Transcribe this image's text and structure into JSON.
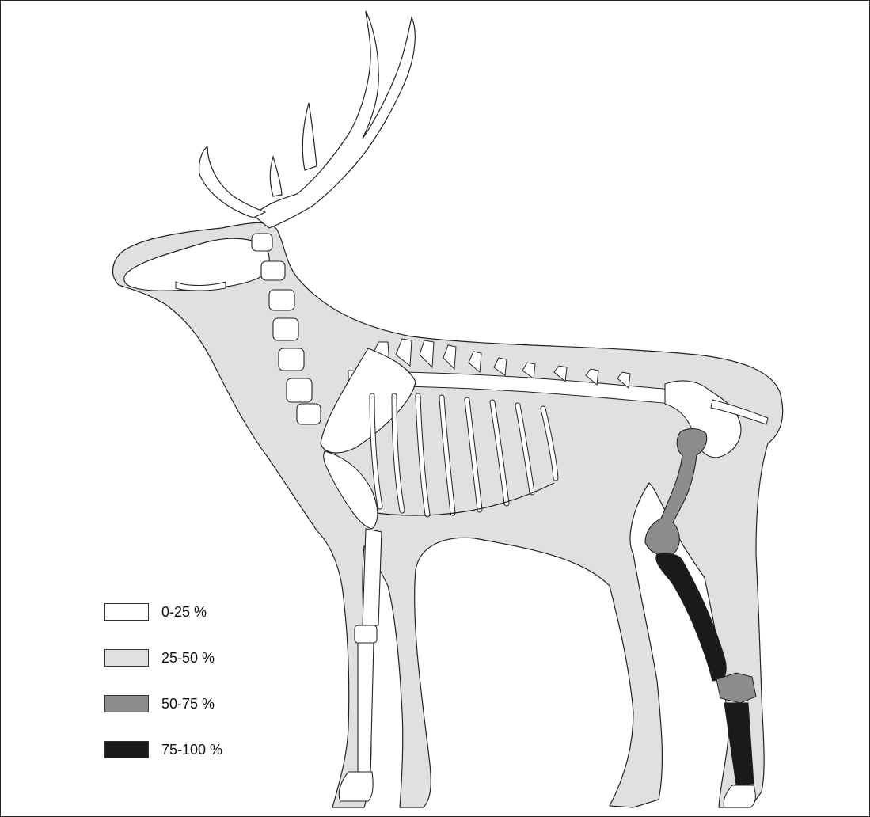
{
  "colors": {
    "body_silhouette": "#e0e0e0",
    "outline": "#222222",
    "bone_low": "#ffffff",
    "bone_mid_high": "#8c8c8c",
    "bone_high": "#1a1a1a"
  },
  "legend": {
    "items": [
      {
        "label": "0-25 %",
        "color": "#ffffff"
      },
      {
        "label": "25-50 %",
        "color": "#e0e0e0"
      },
      {
        "label": "50-75 %",
        "color": "#8c8c8c"
      },
      {
        "label": "75-100 %",
        "color": "#1a1a1a"
      }
    ]
  }
}
